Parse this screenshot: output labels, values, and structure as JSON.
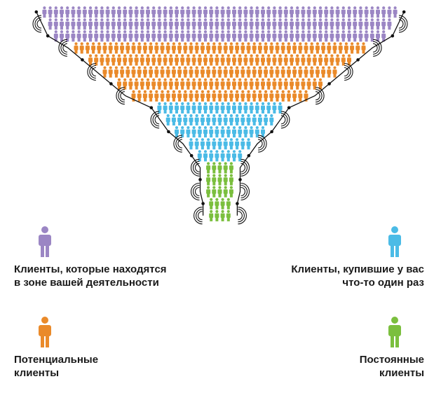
{
  "colors": {
    "prospects": "#9b86c4",
    "potential": "#ea8a2a",
    "one_time": "#4bbbe6",
    "regular": "#7bbf3e",
    "outline": "#111111"
  },
  "icon": "person-icon",
  "funnel_tiers": [
    {
      "segment": "prospects",
      "rows": 3
    },
    {
      "segment": "potential",
      "rows": 5
    },
    {
      "segment": "one_time",
      "rows": 3
    },
    {
      "segment": "one_time",
      "rows": 2
    },
    {
      "segment": "regular",
      "rows": 5
    }
  ],
  "legend": {
    "prospects": {
      "line1": "Клиенты, которые находятся",
      "line2": "в зоне вашей деятельности"
    },
    "one_time": {
      "line1": "Клиенты, купившие у вас",
      "line2": "что-то один раз"
    },
    "potential": {
      "line1": "Потенциальные",
      "line2": "клиенты"
    },
    "regular": {
      "line1": "Постоянные",
      "line2": "клиенты"
    }
  }
}
